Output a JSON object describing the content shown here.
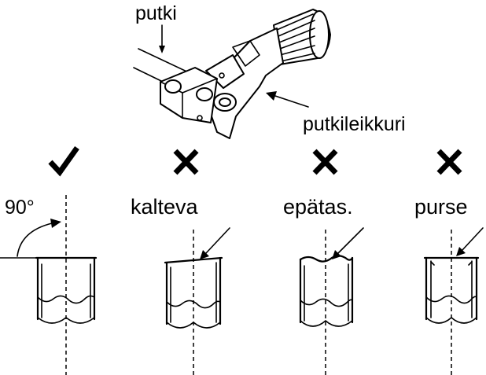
{
  "diagram": {
    "labels": {
      "pipe": "putki",
      "cutter": "putkileikkuri",
      "angle": "90°",
      "tilted": "kalteva",
      "uneven": "epätas.",
      "burr": "purse"
    },
    "panels": [
      {
        "status": "correct",
        "icon": "check-icon"
      },
      {
        "status": "wrong",
        "icon": "cross-icon",
        "label_key": "tilted"
      },
      {
        "status": "wrong",
        "icon": "cross-icon",
        "label_key": "uneven"
      },
      {
        "status": "wrong",
        "icon": "cross-icon",
        "label_key": "burr"
      }
    ]
  }
}
